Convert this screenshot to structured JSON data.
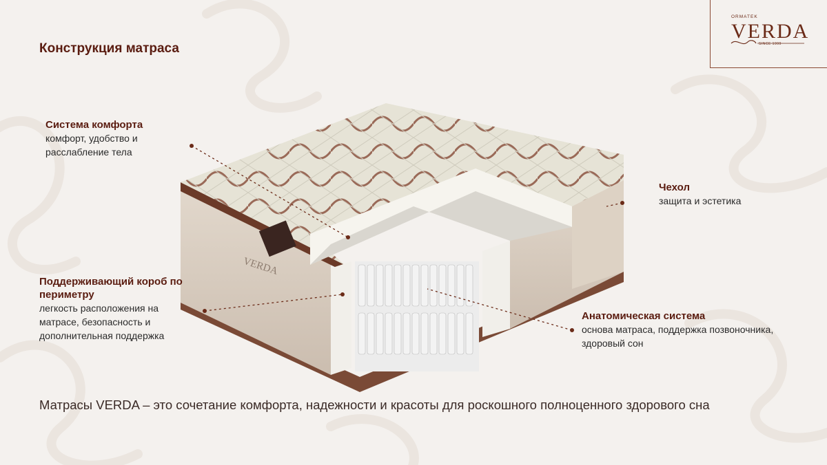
{
  "title": "Конструкция матраса",
  "logo": {
    "brand_top": "ORMATEK",
    "brand": "VERDA",
    "since": "SINCE 1999"
  },
  "callouts": [
    {
      "heading": "Система комфорта",
      "lines": [
        "комфорт, удобство и",
        "расслабление тела"
      ]
    },
    {
      "heading": "Чехол",
      "lines": [
        "защита и эстетика"
      ]
    },
    {
      "heading_lines": [
        "Поддерживающий короб по",
        "периметру"
      ],
      "lines": [
        "легкость расположения на",
        "матрасе, безопасность и",
        "дополнительная поддержка"
      ]
    },
    {
      "heading": "Анатомическая система",
      "lines": [
        "основа матраса, поддержка позвоночника,",
        "здоровый сон"
      ]
    }
  ],
  "mattress_label": {
    "brand": "VERDA"
  },
  "footer": "Матрасы VERDA – это  сочетание комфорта, надежности и красоты для роскошного полноценного здорового сна",
  "colors": {
    "accent": "#5a1c10",
    "leader": "#6b2b18",
    "background": "#f4f1ee"
  }
}
